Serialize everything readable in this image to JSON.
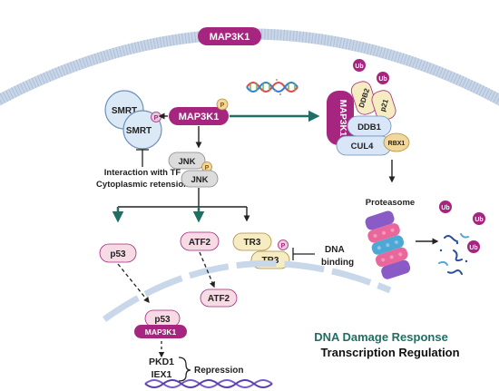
{
  "labels": {
    "membrane_kinase": "MAP3K1",
    "center_kinase": "MAP3K1",
    "phospho": "P",
    "smrt_top": "SMRT",
    "smrt_bottom": "SMRT",
    "smrt_caption_line1": "Interaction with TF",
    "smrt_caption_line2": "Cytoplasmic retension",
    "jnk_top": "JNK",
    "jnk_bottom": "JNK",
    "p53": "p53",
    "atf2": "ATF2",
    "tr3_top": "TR3",
    "tr3_bottom": "TR3",
    "dna_binding_line1": "DNA",
    "dna_binding_line2": "binding",
    "atf2_nuclear": "ATF2",
    "p53_nuclear": "p53",
    "nuclear_kinase": "MAP3K1",
    "pkd1": "PKD1",
    "iex1": "IEX1",
    "repression": "Repression",
    "complex_kinase": "MAP3K1",
    "ddb2": "DDB2",
    "p21": "p21",
    "ddb1": "DDB1",
    "cul4": "CUL4",
    "rbx1": "RBX1",
    "ub": "Ub",
    "proteasome": "Proteasome",
    "dna_damage_response": "DNA Damage Response",
    "transcription_regulation": "Transcription Regulation"
  },
  "colors": {
    "kinase": "#a6267f",
    "kinase_light": "#e7c9dc",
    "phospho": "#f2d79a",
    "smrt": "#dbe8f6",
    "jnk": "#dcdcdc",
    "pink_protein": "#f7dbe4",
    "tr3": "#f6ecc2",
    "ddb1": "#d9e6f7",
    "cul4": "#d9e6f7",
    "rbx1": "#f2d79a",
    "membrane": "#c9d6e8",
    "nuclear_membrane": "#c8d8ea",
    "green_arrow": "#1f6f64",
    "dna": "#7a5ac7",
    "title_green": "#1f6f64"
  }
}
